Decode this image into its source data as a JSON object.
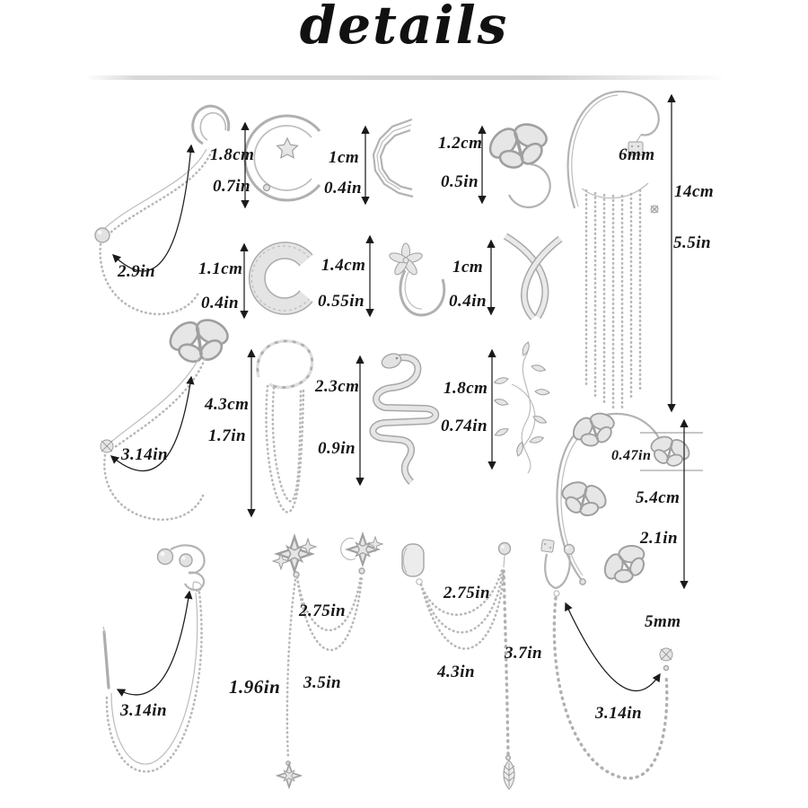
{
  "title": "details",
  "colors": {
    "metal_silver": "#c6c6c6",
    "annotation_text": "#141414",
    "background": "#ffffff"
  },
  "items": {
    "chain_ball_stud": {
      "length": "2.9in"
    },
    "star_cuff": {
      "cm": "1.8cm",
      "inch": "0.7in"
    },
    "wave_cuff": {
      "cm": "1cm",
      "inch": "0.4in"
    },
    "butterfly_cuff": {
      "cm": "1.2cm",
      "inch": "0.5in"
    },
    "tassel_ear_wrap": {
      "charm": "6mm",
      "cm": "14cm",
      "inch": "5.5in"
    },
    "wide_band_cuff": {
      "cm": "1.1cm",
      "inch": "0.4in"
    },
    "flower_cuff": {
      "cm": "1.4cm",
      "inch": "0.55in"
    },
    "cross_cuff": {
      "cm": "1cm",
      "inch": "0.4in"
    },
    "butterfly_chain_stud": {
      "length": "3.14in"
    },
    "twisted_chain_cuff": {
      "cm": "4.3cm",
      "inch": "1.7in"
    },
    "snake_cuff": {
      "cm": "2.3cm",
      "inch": "0.9in"
    },
    "leaf_vine_cuff": {
      "cm": "1.8cm",
      "inch": "0.74in"
    },
    "butterfly_ear_wrap": {
      "butterfly_size": "0.47in",
      "cm": "5.4cm",
      "inch": "2.1in"
    },
    "ball_cuff_threader": {
      "length": "3.14in"
    },
    "star_chain_studs": {
      "drop": "1.96in",
      "chain_short": "2.75in",
      "chain_long": "3.5in"
    },
    "layered_chain_cuff": {
      "chain_short": "2.75in",
      "chain_long": "4.3in",
      "drop": "3.7in"
    },
    "crystal_chain_cuff": {
      "stud": "5mm",
      "length": "3.14in"
    }
  }
}
